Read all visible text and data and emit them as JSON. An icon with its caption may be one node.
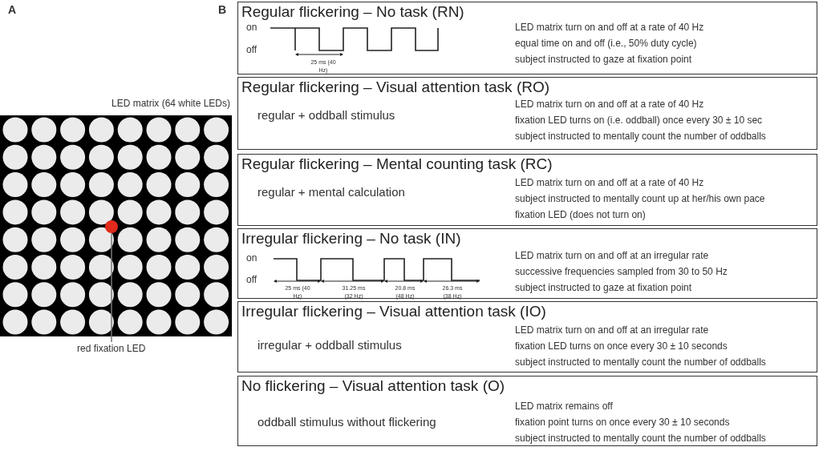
{
  "diagram": {
    "nodes": [
      {
        "text": [
          "LED matrix (64 white LEDs)"
        ]
      },
      {
        "text": [],
        "shape": "circle",
        "in": 0
      },
      {
        "text": [
          "red fixation LED"
        ]
      },
      {
        "text": [
          "Regular flickering – No task (RN)",
          "LED matrix turn on and off at a rate of 40 Hz",
          "equal time on and off (i.e., 50% duty cycle)",
          "subject instructed to gaze at fixation point"
        ]
      },
      {
        "text": [
          "Regular flickering – Visual attention task (RO)",
          "regular + oddball stimulus",
          "LED matrix turn on and off at a rate of 40 Hz",
          "fixation LED turns on (i.e. oddball) once every 30 ± 10 sec",
          "subject instructed to mentally count the number of oddballs"
        ]
      },
      {
        "text": [
          "Regular flickering – Mental counting task (RC)",
          "regular + mental calculation",
          "LED matrix turn on and off at a rate of 40 Hz",
          "subject instructed to mentally count up at her/his own pace",
          "fixation LED (does not turn on)"
        ]
      },
      {
        "text": [
          "Irregular flickering – No task (IN)",
          "LED matrix turn on and off at an irregular rate",
          "successive frequencies sampled from 30 to 50 Hz",
          "subject instructed to gaze at fixation point"
        ]
      },
      {
        "text": [
          "Irregular flickering – Visual attention task (IO)",
          "irregular + oddball stimulus",
          "LED matrix turn on and off at an irregular rate",
          "fixation LED turns on once every 30 ± 10 seconds",
          "subject instructed to mentally count the number of oddballs"
        ]
      },
      {
        "text": [
          "No flickering – Visual attention task (O)",
          "oddball stimulus without flickering",
          "LED matrix remains off",
          "fixation point turns on once every 30 ± 10 seconds",
          "subject instructed to mentally count the number of oddballs"
        ]
      }
    ],
    "edges": [
      {
        "from": 2,
        "to": 1,
        "arrow": "none"
      }
    ],
    "labels": [
      "A",
      "B",
      "on",
      "off",
      "25 ms (40 Hz)",
      "on",
      "off",
      "25 ms (40 Hz)",
      "31.25 ms (32 Hz)",
      "20.8 ms (48 Hz)",
      "26.3 ms (38 Hz)"
    ]
  }
}
